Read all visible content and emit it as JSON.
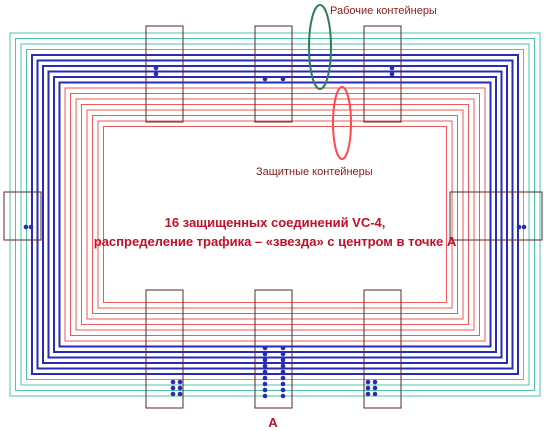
{
  "labels": {
    "working_containers": "Рабочие контейнеры",
    "protection_containers": "Защитные контейнеры",
    "description_line1": "16 защищенных соединений VC-4,",
    "description_line2": "распределение трафика – «звезда» с центром в точке А",
    "node_a": "А"
  },
  "diagram": {
    "ring_counts": {
      "cyan": 4,
      "blue": 6,
      "red": 8
    },
    "colors": {
      "cyan": "#4fc4a8",
      "blue": "#2a2ab8",
      "red": "#ee5a5a",
      "node_box": "#5a2a2a",
      "working_ellipse": "#2e7d5a",
      "protection_ellipse": "#ff4a4a",
      "dot": "#2a2ab8"
    },
    "nodes": [
      "top-left",
      "top-center",
      "top-right",
      "left",
      "right",
      "bottom-left",
      "bottom-center",
      "A"
    ]
  }
}
